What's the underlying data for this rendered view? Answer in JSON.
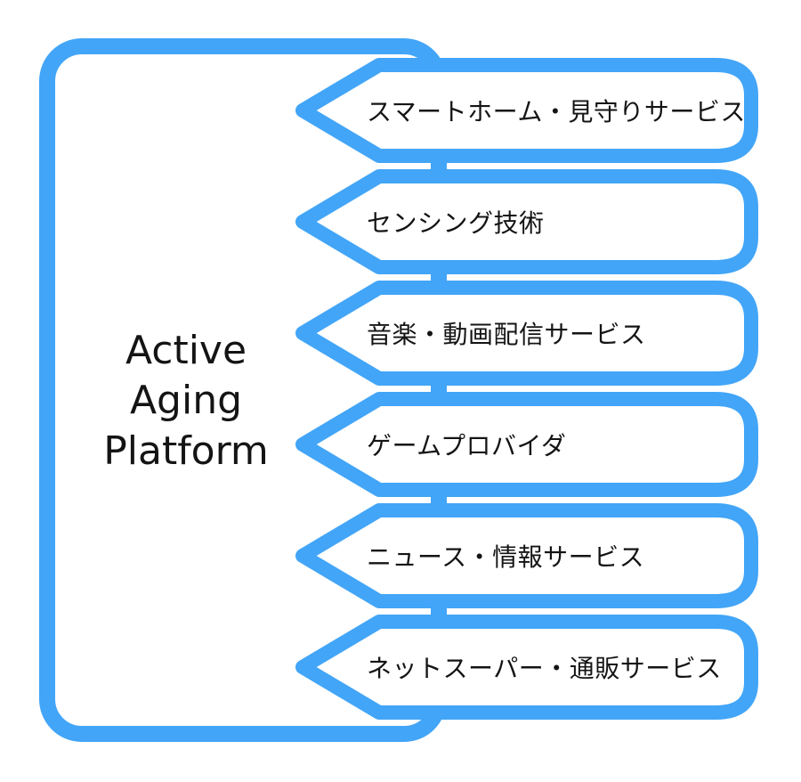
{
  "diagram": {
    "platform": {
      "title": "Active\nAging\nPlatform"
    },
    "services": [
      {
        "label": "スマートホーム・見守りサービス"
      },
      {
        "label": "センシング技術"
      },
      {
        "label": "音楽・動画配信サービス"
      },
      {
        "label": "ゲームプロバイダ"
      },
      {
        "label": "ニュース・情報サービス"
      },
      {
        "label": "ネットスーパー・通販サービス"
      }
    ],
    "shapes": {
      "arrow_direction": "left",
      "arrow_count": 6
    },
    "colors": {
      "accent": "#42A5F7",
      "text": "#141414",
      "background": "#FFFFFF"
    }
  }
}
